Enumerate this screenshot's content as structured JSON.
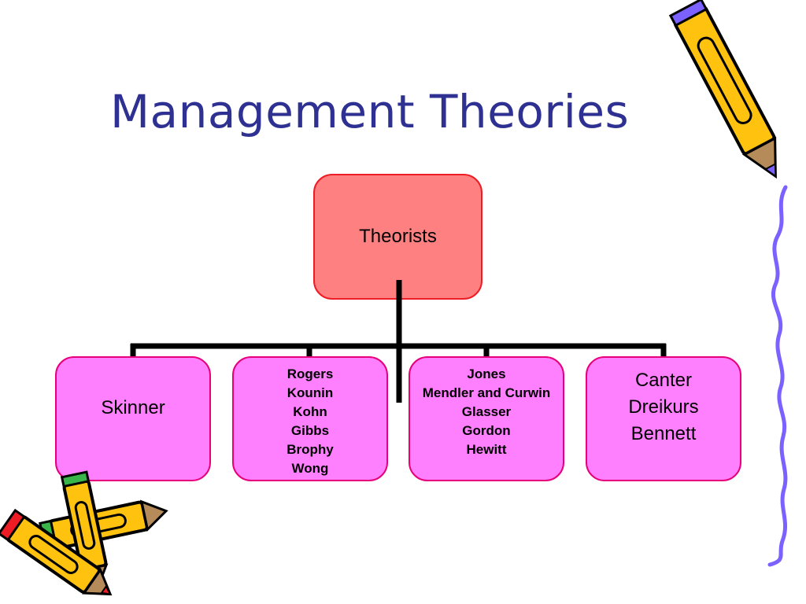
{
  "slide": {
    "title": "Management Theories"
  },
  "org_chart": {
    "root": {
      "label": "Theorists"
    },
    "children": [
      {
        "names": [
          "Skinner"
        ]
      },
      {
        "names": [
          "Rogers",
          "Kounin",
          "Kohn",
          "Gibbs",
          "Brophy",
          "Wong"
        ]
      },
      {
        "names": [
          "Jones",
          "Mendler and Curwin",
          "Glasser",
          "Gordon",
          "Hewitt"
        ]
      },
      {
        "names": [
          "Canter",
          "Dreikurs",
          "Bennett"
        ]
      }
    ]
  },
  "colors": {
    "title": "#2e3192",
    "root_fill": "#ff8080",
    "root_border": "#ee1c24",
    "child_fill": "#ff80ff",
    "child_border": "#e8007a",
    "connector": "#000000",
    "pencil_body": "#ffc20e",
    "wavy_border": "#7b61ff"
  },
  "decorations": [
    "pencil-icon",
    "pencil-pair-icon",
    "wavy-border"
  ]
}
